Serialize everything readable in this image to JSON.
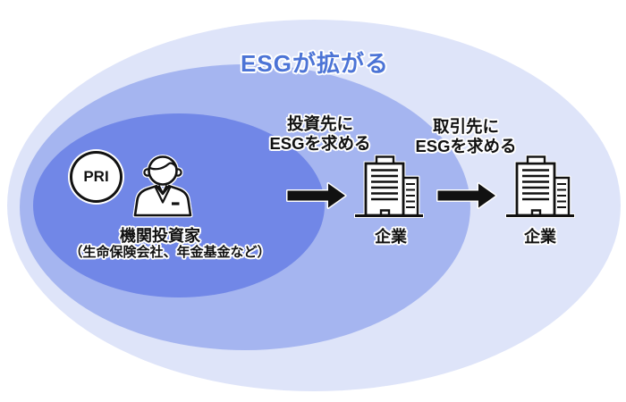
{
  "title": "ESGが拡がる",
  "colors": {
    "outer_ellipse": "#dee4f9",
    "middle_ellipse": "#a5b5f0",
    "inner_ellipse": "#7187e7",
    "title_text": "#4c74d6",
    "ink": "#111111"
  },
  "investor": {
    "badge_label": "PRI",
    "person_icon": "businessman-icon",
    "label": "機関投資家",
    "sublabel": "（生命保険会社、年金基金など）"
  },
  "flows": [
    {
      "caption_line1": "投資先に",
      "caption_line2": "ESGを求める",
      "arrow_icon": "right-arrow-icon",
      "company_icon": "office-building-icon",
      "company_label": "企業"
    },
    {
      "caption_line1": "取引先に",
      "caption_line2": "ESGを求める",
      "arrow_icon": "right-arrow-icon",
      "company_icon": "office-building-icon",
      "company_label": "企業"
    }
  ]
}
